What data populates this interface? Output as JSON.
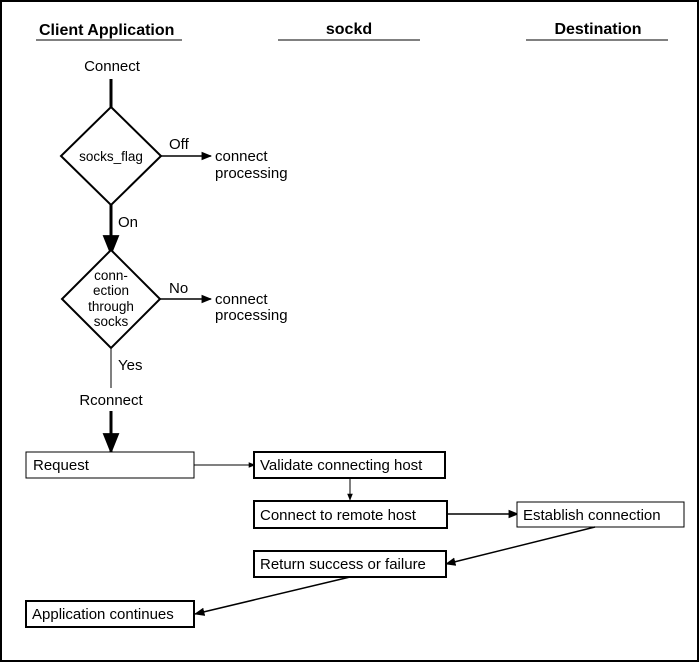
{
  "columns": {
    "client": "Client Application",
    "sockd": "sockd",
    "destination": "Destination"
  },
  "flow": {
    "connect": "Connect",
    "decision1": "socks_flag",
    "decision1_off": "Off",
    "decision1_on": "On",
    "off_result_line1": "connect",
    "off_result_line2": "processing",
    "decision2_line1": "conn-",
    "decision2_line2": "ection",
    "decision2_line3": "through",
    "decision2_line4": "socks",
    "decision2_no": "No",
    "decision2_yes": "Yes",
    "no_result_line1": "connect",
    "no_result_line2": "processing",
    "rconnect": "Rconnect"
  },
  "boxes": {
    "request": "Request",
    "validate": "Validate connecting host",
    "connect_remote": "Connect to remote host",
    "establish": "Establish connection",
    "return_result": "Return success or failure",
    "app_continues": "Application continues"
  }
}
